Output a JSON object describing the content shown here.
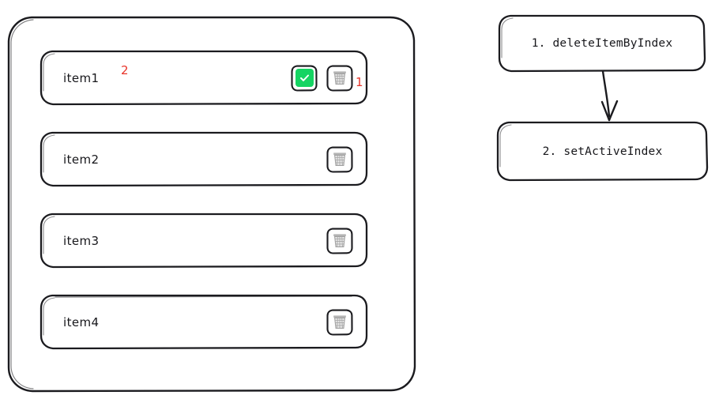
{
  "canvas": {
    "background": "#ffffff",
    "stroke_color": "#1b1b1f",
    "annotation_color": "#e8342a",
    "checkbox_color": "#15d462",
    "trash_color": "#9b9b9b"
  },
  "list_panel": {
    "name": "item-list-panel",
    "items": [
      {
        "label": "item1",
        "annotation": "2",
        "has_confirm": true,
        "confirm_icon": "check-icon",
        "delete_icon": "trash-icon",
        "delete_annotation": "1"
      },
      {
        "label": "item2",
        "annotation": "",
        "has_confirm": false,
        "delete_icon": "trash-icon"
      },
      {
        "label": "item3",
        "annotation": "",
        "has_confirm": false,
        "delete_icon": "trash-icon"
      },
      {
        "label": "item4",
        "annotation": "",
        "has_confirm": false,
        "delete_icon": "trash-icon"
      }
    ]
  },
  "annotations": {
    "step_one": "1",
    "step_two": "2"
  },
  "flowchart": {
    "steps": [
      {
        "label": "1. deleteItemByIndex"
      },
      {
        "label": "2. setActiveIndex"
      }
    ],
    "connector": "arrow-down"
  }
}
